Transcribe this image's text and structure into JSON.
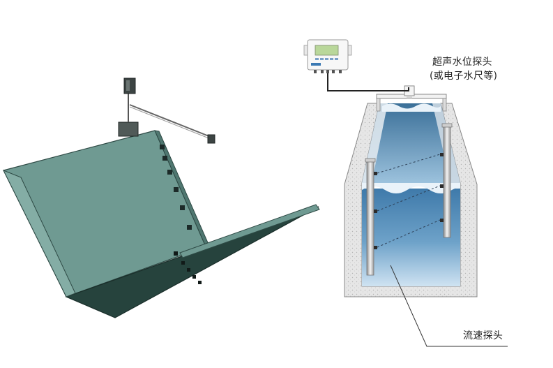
{
  "labels": {
    "ultrasonic_probe_line1": "超声水位探头",
    "ultrasonic_probe_line2": "(或电子水尺等)",
    "velocity_probe": "流速探头"
  },
  "colors": {
    "plate_light": "#6f9a92",
    "plate_dark": "#26433d",
    "concrete": "#e2e2e2",
    "water_deep": "#4a86b5",
    "water_light": "#cfe3f2",
    "cable": "#222222"
  },
  "icons": {
    "controller": "data-logger-controller-icon",
    "gate_sensor": "gate-angle-sensor-icon"
  }
}
